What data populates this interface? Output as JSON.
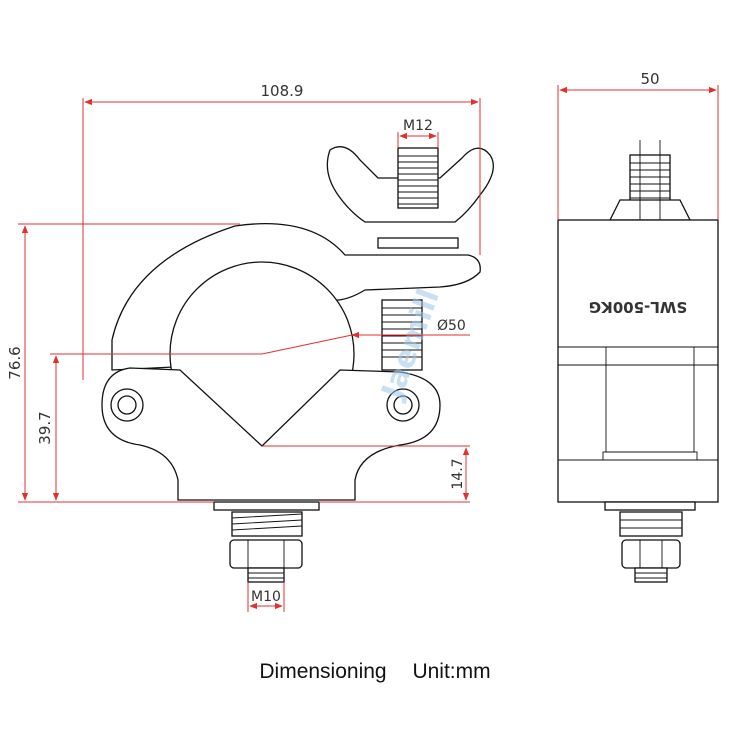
{
  "dimensions": {
    "overall_width": "108.9",
    "top_thread": "M12",
    "tube_diameter": "Ø50",
    "overall_height": "76.6",
    "pivot_height": "39.7",
    "base_height": "14.7",
    "bottom_thread": "M10",
    "side_width": "50"
  },
  "side_view": {
    "load_label": "SWL-500KG"
  },
  "watermark": {
    "text": "Jaemill"
  },
  "caption": {
    "title": "Dimensioning",
    "unit": "Unit:mm"
  },
  "colors": {
    "dimension_lines": "#e03030",
    "outline": "#111111",
    "watermark": "#9ec8ea"
  }
}
